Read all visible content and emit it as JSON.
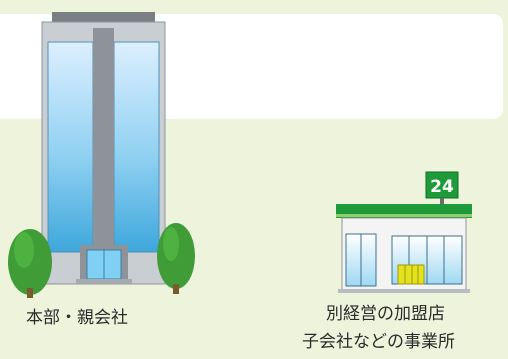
{
  "labels": {
    "headquarters": "本部・親会社",
    "branch_line1": "別経営の加盟店",
    "branch_line2": "子会社などの事業所"
  },
  "store_sign": "24",
  "colors": {
    "background": "#eef3dc",
    "panel": "#ffffff",
    "store_green": "#1f9a3a",
    "tree_green": "#3f9c36",
    "glass_blue": "#6cc3ea",
    "building_gray": "#c9ced3"
  },
  "icons": [
    "office-building-icon",
    "tree-icon",
    "convenience-store-icon"
  ]
}
